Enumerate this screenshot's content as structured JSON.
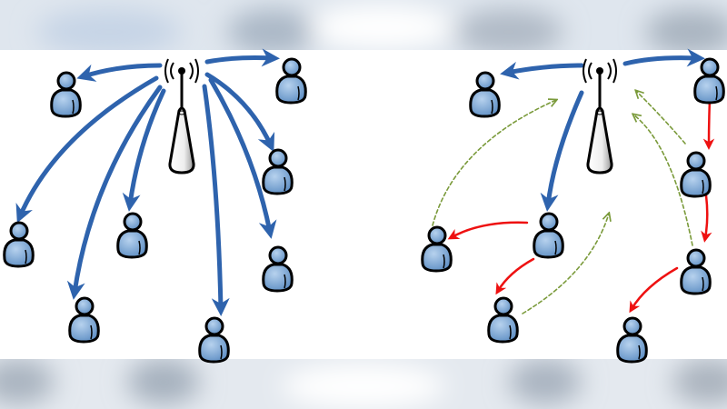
{
  "colors": {
    "downlink_arrow": "#2e63ad",
    "relay_arrow": "#ee1111",
    "feedback_arrow": "#7a9a3a",
    "user_fill": "#7ea9d8",
    "outline": "#000000",
    "blur_band": "#c9d3de"
  },
  "icons": {
    "tower": "wireless-tower-icon",
    "user": "user-icon"
  },
  "panels": [
    {
      "id": "left",
      "description_name": "direct-broadcast"
    },
    {
      "id": "right",
      "description_name": "cooperative-relay"
    }
  ]
}
